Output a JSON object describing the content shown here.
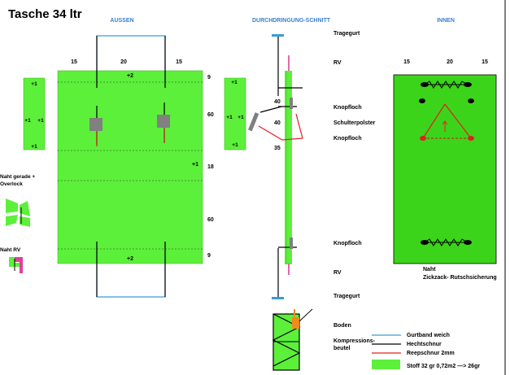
{
  "title": "Tasche 34 ltr",
  "sections": {
    "aussen": "AUSSEN",
    "durchdringung": "DURCHDRINGUNG-SCHNITT",
    "innen": "INNEN"
  },
  "aussen": {
    "top_dims": [
      "15",
      "20",
      "15"
    ],
    "side_dims": [
      "9",
      "60",
      "18",
      "60",
      "9"
    ],
    "seam_top": "+2",
    "seam_bottom": "+2",
    "seam_right": "+1"
  },
  "side_panel": {
    "top": "+1",
    "mid_left": "+1",
    "mid_right": "+1",
    "bottom": "+1"
  },
  "side_panel_right": {
    "top": "+1",
    "mid_left": "+1",
    "mid_right": "+1",
    "bottom": "+1"
  },
  "left_notes": {
    "naht_gerade_line1": "Naht gerade +",
    "naht_gerade_line2": "Overlock",
    "naht_rv": "Naht RV"
  },
  "cross_section": {
    "dim_40_top": "40",
    "dim_40_mid": "40",
    "dim_35": "35"
  },
  "labels": {
    "tragegurt_top": "Tragegurt",
    "rv_top": "RV",
    "knopfloch_1": "Knopfloch",
    "schulterpolster": "Schulterpolster",
    "knopfloch_2": "Knopfloch",
    "knopfloch_3": "Knopfloch",
    "rv_bottom": "RV",
    "tragegurt_bottom": "Tragegurt",
    "boden": "Boden",
    "kompressionsbeutel_line1": "Kompressions-",
    "kompressionsbeutel_line2": "beutel"
  },
  "innen": {
    "top_dims": [
      "15",
      "20",
      "15"
    ],
    "naht_line1": "Naht",
    "naht_line2": "Zickzack- Rutschsicherung"
  },
  "legend": [
    {
      "label": "Gurtband weich",
      "color": "#3a9ad9"
    },
    {
      "label": "Hechtschnur",
      "color": "#000000"
    },
    {
      "label": "Reepschnur 2mm",
      "color": "#e02020"
    },
    {
      "label": "Stoff 32 gr 0,72m2 —> 26gr",
      "color": "#5cf03a"
    }
  ],
  "colors": {
    "fabric": "#5cf03a",
    "fabric_dark": "#3ec21e",
    "webbing": "#3a9ad9",
    "cord": "#e02020",
    "zipper": "#e0409a",
    "buckle": "#808080",
    "accent_orange": "#f08a1a"
  }
}
